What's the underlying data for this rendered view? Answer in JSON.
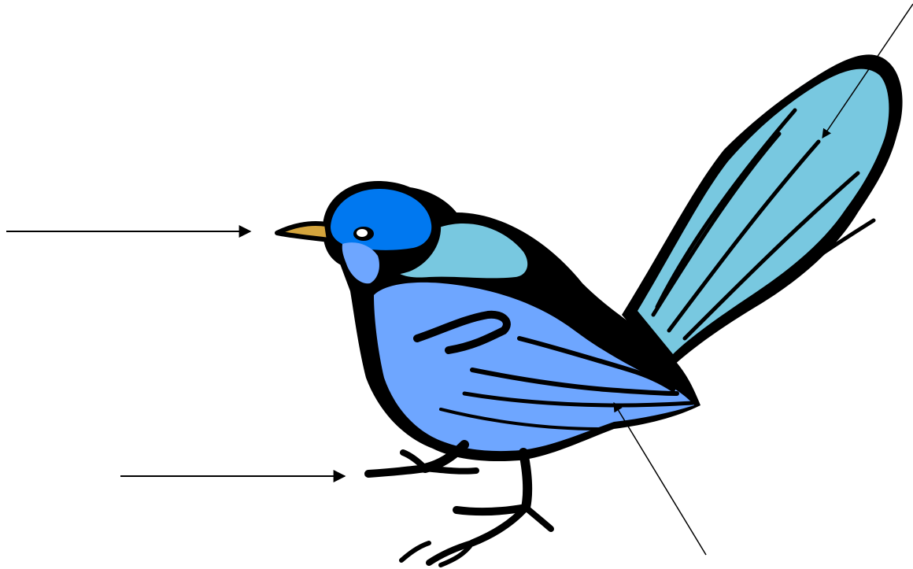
{
  "diagram": {
    "subject": "bird",
    "labels": [
      "",
      "",
      "",
      ""
    ],
    "pointers": [
      {
        "target": "beak",
        "label": ""
      },
      {
        "target": "foot",
        "label": ""
      },
      {
        "target": "wing",
        "label": ""
      },
      {
        "target": "tail",
        "label": ""
      }
    ]
  },
  "colors": {
    "outline": "#000000",
    "head": "#0078f0",
    "back": "#78c8e0",
    "body": "#6ea6ff",
    "tail": "#78c8e0",
    "beak": "#d4a43c",
    "eye": "#ffffff",
    "background": "#ffffff"
  }
}
